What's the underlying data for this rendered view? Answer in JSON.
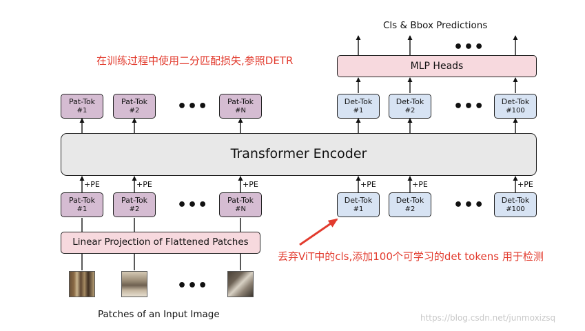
{
  "top_label": "Cls & Bbox Predictions",
  "top_dots": "•••",
  "mlp_label": "MLP Heads",
  "encoder_label": "Transformer Encoder",
  "linear_label": "Linear Projection of Flattened Patches",
  "bottom_label": "Patches of an Input Image",
  "pe": "+PE",
  "dots": "•••",
  "pat_tokens": [
    {
      "name": "Pat-Tok",
      "num": "#1"
    },
    {
      "name": "Pat-Tok",
      "num": "#2"
    },
    {
      "name": "Pat-Tok",
      "num": "#N"
    }
  ],
  "det_tokens": [
    {
      "name": "Det-Tok",
      "num": "#1"
    },
    {
      "name": "Det-Tok",
      "num": "#2"
    },
    {
      "name": "Det-Tok",
      "num": "#100"
    }
  ],
  "annotations": {
    "training_note": "在训练过程中使用二分匹配损失,参照DETR",
    "det_note": "丢弃ViT中的cls,添加100个可学习的det tokens 用于检测"
  },
  "watermark": "https://blog.csdn.net/junmoxizsq",
  "colors": {
    "pat": "#d5bcd2",
    "det": "#d7e3f3",
    "pink": "#f7d9de",
    "encoder": "#e8e8e8",
    "annotation": "#e23b2e"
  }
}
